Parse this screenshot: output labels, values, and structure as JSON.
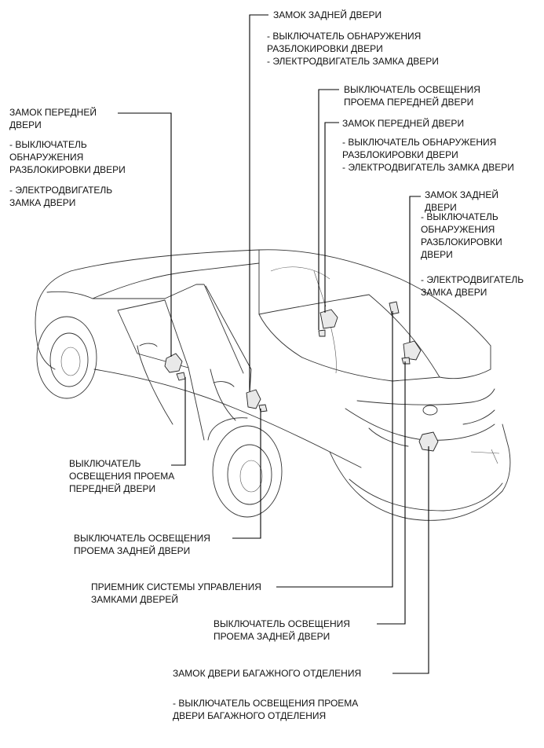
{
  "labels": {
    "rear_lock_top": "ЗАМОК ЗАДНЕЙ ДВЕРИ",
    "rear_lock_top_items": "- ВЫКЛЮЧАТЕЛЬ ОБНАРУЖЕНИЯ\nРАЗБЛОКИРОВКИ ДВЕРИ\n- ЭЛЕКТРОДВИГАТЕЛЬ ЗАМКА ДВЕРИ",
    "front_courtesy_top": "ВЫКЛЮЧАТЕЛЬ ОСВЕЩЕНИЯ\nПРОЕМА ПЕРЕДНЕЙ ДВЕРИ",
    "front_lock_right": "ЗАМОК ПЕРЕДНЕЙ ДВЕРИ",
    "front_lock_right_items": "- ВЫКЛЮЧАТЕЛЬ ОБНАРУЖЕНИЯ\nРАЗБЛОКИРОВКИ ДВЕРИ\n- ЭЛЕКТРОДВИГАТЕЛЬ ЗАМКА ДВЕРИ",
    "rear_lock_right": "ЗАМОК ЗАДНЕЙ\nДВЕРИ",
    "rear_lock_right_item1": "- ВЫКЛЮЧАТЕЛЬ\nОБНАРУЖЕНИЯ\nРАЗБЛОКИРОВКИ\nДВЕРИ",
    "rear_lock_right_item2": "- ЭЛЕКТРОДВИГАТЕЛЬ\nЗАМКА ДВЕРИ",
    "front_lock_left": "ЗАМОК ПЕРЕДНЕЙ\nДВЕРИ",
    "front_lock_left_item1": "- ВЫКЛЮЧАТЕЛЬ\nОБНАРУЖЕНИЯ\nРАЗБЛОКИРОВКИ ДВЕРИ",
    "front_lock_left_item2": "- ЭЛЕКТРОДВИГАТЕЛЬ\nЗАМКА ДВЕРИ",
    "front_courtesy_left": "ВЫКЛЮЧАТЕЛЬ\nОСВЕЩЕНИЯ ПРОЕМА\nПЕРЕДНЕЙ ДВЕРИ",
    "rear_courtesy_left": "ВЫКЛЮЧАТЕЛЬ ОСВЕЩЕНИЯ\nПРОЕМА ЗАДНЕЙ ДВЕРИ",
    "receiver": "ПРИЕМНИК СИСТЕМЫ УПРАВЛЕНИЯ\nЗАМКАМИ ДВЕРЕЙ",
    "rear_courtesy_bottom": "ВЫКЛЮЧАТЕЛЬ ОСВЕЩЕНИЯ\nПРОЕМА ЗАДНЕЙ ДВЕРИ",
    "trunk_lock": "ЗАМОК ДВЕРИ БАГАЖНОГО ОТДЕЛЕНИЯ",
    "trunk_lock_item": "- ВЫКЛЮЧАТЕЛЬ ОСВЕЩЕНИЯ ПРОЕМА\nДВЕРИ БАГАЖНОГО ОТДЕЛЕНИЯ"
  }
}
